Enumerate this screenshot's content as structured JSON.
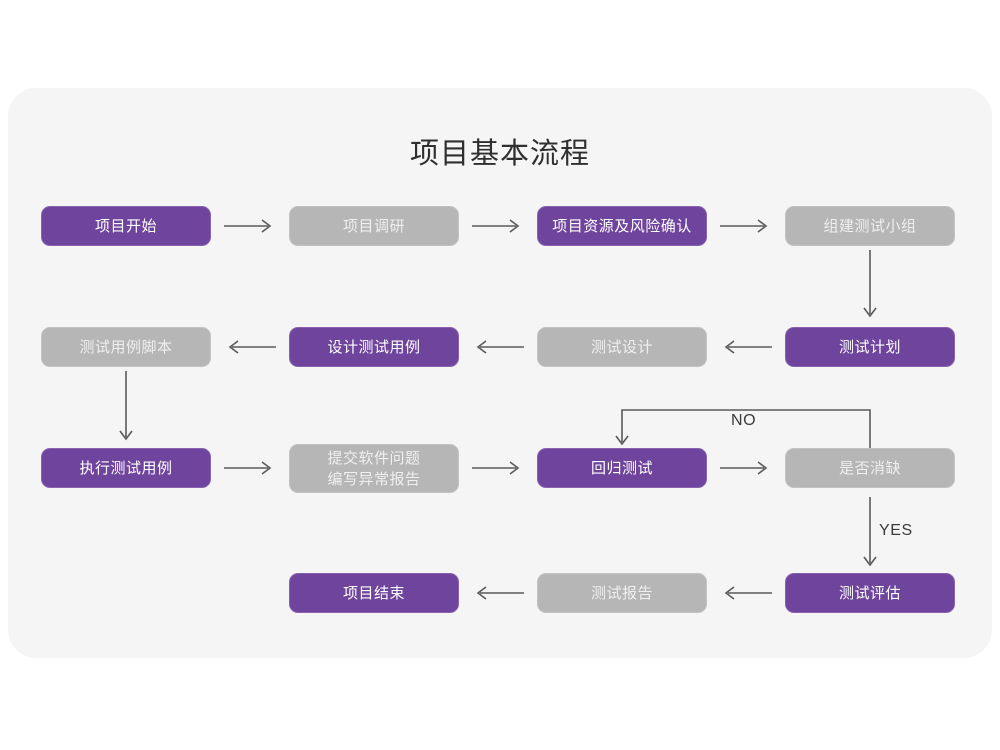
{
  "diagram": {
    "title": "项目基本流程",
    "colors": {
      "purple": "#6f449c",
      "purple_border": "#8a62b2",
      "gray": "#b6b6b6",
      "gray_border": "#c2c2c2",
      "card_background": "#f5f5f5",
      "page_background": "#ffffff",
      "arrow": "#5a5a5a",
      "title_text": "#2f2f2f"
    },
    "nodes": [
      {
        "id": "n1",
        "label": "项目开始",
        "style": "purple"
      },
      {
        "id": "n2",
        "label": "项目调研",
        "style": "gray"
      },
      {
        "id": "n3",
        "label": "项目资源及风险确认",
        "style": "purple"
      },
      {
        "id": "n4",
        "label": "组建测试小组",
        "style": "gray"
      },
      {
        "id": "n5",
        "label": "测试用例脚本",
        "style": "gray"
      },
      {
        "id": "n6",
        "label": "设计测试用例",
        "style": "purple"
      },
      {
        "id": "n7",
        "label": "测试设计",
        "style": "gray"
      },
      {
        "id": "n8",
        "label": "测试计划",
        "style": "purple"
      },
      {
        "id": "n9",
        "label": "执行测试用例",
        "style": "purple"
      },
      {
        "id": "n10",
        "label": "提交软件问题\n编写异常报告",
        "style": "gray"
      },
      {
        "id": "n11",
        "label": "回归测试",
        "style": "purple"
      },
      {
        "id": "n12",
        "label": "是否消缺",
        "style": "gray"
      },
      {
        "id": "n13",
        "label": "项目结束",
        "style": "purple"
      },
      {
        "id": "n14",
        "label": "测试报告",
        "style": "gray"
      },
      {
        "id": "n15",
        "label": "测试评估",
        "style": "purple"
      }
    ],
    "edge_labels": {
      "no": "NO",
      "yes": "YES"
    },
    "edges": [
      {
        "from": "n1",
        "to": "n2",
        "direction": "right"
      },
      {
        "from": "n2",
        "to": "n3",
        "direction": "right"
      },
      {
        "from": "n3",
        "to": "n4",
        "direction": "right"
      },
      {
        "from": "n4",
        "to": "n8",
        "direction": "down"
      },
      {
        "from": "n8",
        "to": "n7",
        "direction": "left"
      },
      {
        "from": "n7",
        "to": "n6",
        "direction": "left"
      },
      {
        "from": "n6",
        "to": "n5",
        "direction": "left"
      },
      {
        "from": "n5",
        "to": "n9",
        "direction": "down"
      },
      {
        "from": "n9",
        "to": "n10",
        "direction": "right"
      },
      {
        "from": "n10",
        "to": "n11",
        "direction": "right"
      },
      {
        "from": "n11",
        "to": "n12",
        "direction": "right"
      },
      {
        "from": "n12",
        "to": "n11",
        "direction": "loop-up",
        "label": "NO"
      },
      {
        "from": "n12",
        "to": "n15",
        "direction": "down",
        "label": "YES"
      },
      {
        "from": "n15",
        "to": "n14",
        "direction": "left"
      },
      {
        "from": "n14",
        "to": "n13",
        "direction": "left"
      }
    ]
  }
}
